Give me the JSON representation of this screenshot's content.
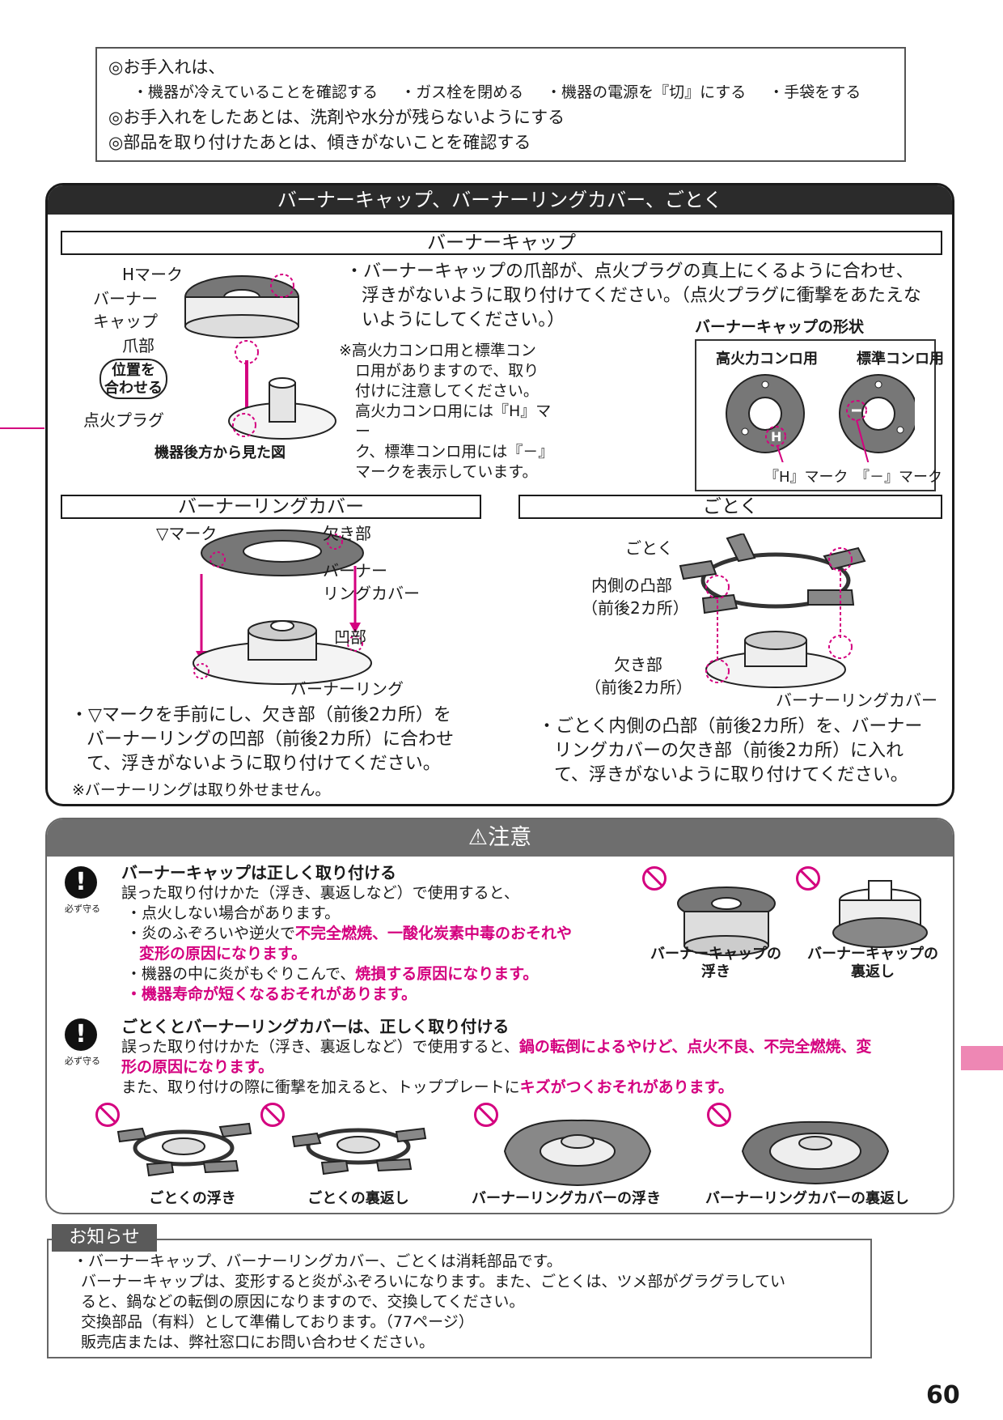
{
  "top_box": {
    "line1": "◎お手入れは、",
    "bullets": [
      "・機器が冷えていることを確認する",
      "・ガス栓を閉める",
      "・機器の電源を『切』にする",
      "・手袋をする"
    ],
    "line3": "◎お手入れをしたあとは、洗剤や水分が残らないようにする",
    "line4": "◎部品を取り付けたあとは、傾きがないことを確認する"
  },
  "panel": {
    "title": "バーナーキャップ、バーナーリングカバー、ごとく",
    "burner_cap": {
      "heading": "バーナーキャップ",
      "labels": {
        "h_mark": "Hマーク",
        "cap1": "バーナー",
        "cap2": "キャップ",
        "claw": "爪部",
        "align1": "位置を",
        "align2": "合わせる",
        "plug": "点火プラグ",
        "caption": "機器後方から見た図"
      },
      "instruction": [
        "・バーナーキャップの爪部が、点火プラグの真上にくるように合わせ、",
        "浮きがないように取り付けてください。（点火プラグに衝撃をあたえな",
        "いようにしてください。）"
      ],
      "note": [
        "※高火力コンロ用と標準コン",
        "ロ用がありますので、取り",
        "付けに注意してください。",
        "高火力コンロ用には『H』マー",
        "ク、標準コンロ用には『－』",
        "マークを表示しています。"
      ],
      "shape_title": "バーナーキャップの形状",
      "shape_high": "高火力コンロ用",
      "shape_std": "標準コンロ用",
      "mark_h": "『H』マーク",
      "mark_dash": "『－』マーク",
      "h_letter": "H"
    },
    "ring_cover": {
      "heading": "バーナーリングカバー",
      "labels": {
        "tri_mark": "▽マーク",
        "notch": "欠き部",
        "cover1": "バーナー",
        "cover2": "リングカバー",
        "recess": "凹部",
        "ring": "バーナーリング"
      },
      "instruction": [
        "・▽マークを手前にし、欠き部（前後2カ所）を",
        "バーナーリングの凹部（前後2カ所）に合わせ",
        "て、浮きがないように取り付けてください。"
      ],
      "note": "※バーナーリングは取り外せません。"
    },
    "trivet": {
      "heading": "ごとく",
      "labels": {
        "trivet": "ごとく",
        "inner1": "内側の凸部",
        "inner2": "（前後2カ所）",
        "notch1": "欠き部",
        "notch2": "（前後2カ所）",
        "cover": "バーナーリングカバー"
      },
      "instruction": [
        "・ごとく内側の凸部（前後2カ所）を、バーナー",
        "リングカバーの欠き部（前後2カ所）に入れ",
        "て、浮きがないように取り付けてください。"
      ]
    }
  },
  "caution": {
    "title": "⚠注意",
    "must_label": "必ず守る",
    "item1": {
      "heading": "バーナーキャップは正しく取り付ける",
      "lead": "誤った取り付けかた（浮き、裏返しなど）で使用すると、",
      "b1": "・点火しない場合があります。",
      "b2_plain": "・炎のふぞろいや逆火で",
      "b2_pink": "不完全燃焼、一酸化炭素中毒のおそれや",
      "b2_pink2": "変形の原因になります。",
      "b3_plain": "・機器の中に炎がもぐりこんで、",
      "b3_pink": "焼損する原因になります。",
      "b4_pink": "・機器寿命が短くなるおそれがあります。",
      "fig1": [
        "バーナーキャップの",
        "浮き"
      ],
      "fig2": [
        "バーナーキャップの",
        "裏返し"
      ]
    },
    "item2": {
      "heading": "ごとくとバーナーリングカバーは、正しく取り付ける",
      "lead_plain": "誤った取り付けかた（浮き、裏返しなど）で使用すると、",
      "lead_pink": "鍋の転倒によるやけど、点火不良、不完全燃焼、変",
      "lead_pink2": "形の原因になります。",
      "also_plain": "また、取り付けの際に衝撃を加えると、トッププレートに",
      "also_pink": "キズがつくおそれがあります。",
      "figs": [
        "ごとくの浮き",
        "ごとくの裏返し",
        "バーナーリングカバーの浮き",
        "バーナーリングカバーの裏返し"
      ]
    }
  },
  "notice": {
    "tab": "お知らせ",
    "lines": [
      "・バーナーキャップ、バーナーリングカバー、ごとくは消耗部品です。",
      "バーナーキャップは、変形すると炎がふぞろいになります。また、ごとくは、ツメ部がグラグラしてい",
      "ると、鍋などの転倒の原因になりますので、交換してください。",
      "交換部品（有料）として準備しております。（77ページ）",
      "販売店または、弊社窓口にお問い合わせください。"
    ]
  },
  "page_number": "60"
}
